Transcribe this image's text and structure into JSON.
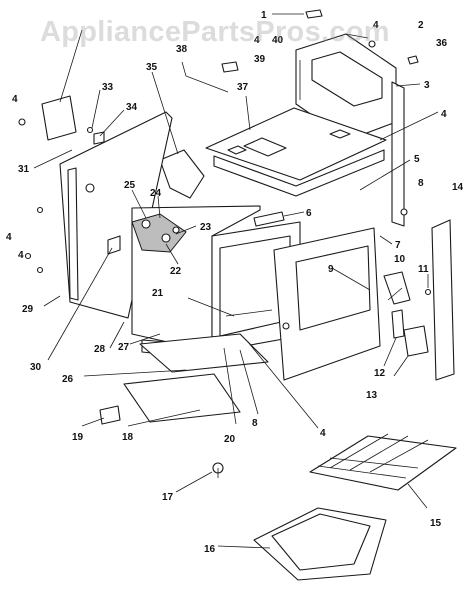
{
  "watermark": "AppliancePartsPros.com",
  "callouts": {
    "c1": "1",
    "c2": "2",
    "c3": "3",
    "c4": "4",
    "c5": "5",
    "c6": "6",
    "c7": "7",
    "c8": "8",
    "c9": "9",
    "c10": "10",
    "c11": "11",
    "c12": "12",
    "c13": "13",
    "c14": "14",
    "c15": "15",
    "c16": "16",
    "c17": "17",
    "c18": "18",
    "c19": "19",
    "c20": "20",
    "c21": "21",
    "c22": "22",
    "c23": "23",
    "c24": "24",
    "c25": "25",
    "c26": "26",
    "c27": "27",
    "c28": "28",
    "c29": "29",
    "c30": "30",
    "c31": "31",
    "c33": "33",
    "c34": "34",
    "c35": "35",
    "c36": "36",
    "c37": "37",
    "c38": "38",
    "c39": "39",
    "c40": "40"
  }
}
